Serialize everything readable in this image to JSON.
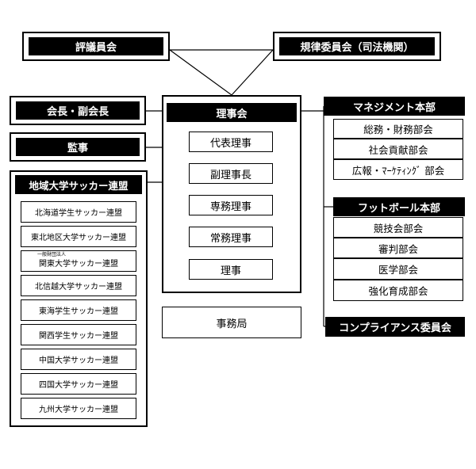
{
  "top": {
    "council": "評議員会",
    "discipline": "規律委員会（司法機関）"
  },
  "left": {
    "president": "会長・副会長",
    "auditor": "監事",
    "regional": {
      "title": "地域大学サッカー連盟",
      "items": [
        "北海道学生サッカー連盟",
        "東北地区大学サッカー連盟",
        "関東大学サッカー連盟",
        "北信越大学サッカー連盟",
        "東海学生サッカー連盟",
        "関西学生サッカー連盟",
        "中国大学サッカー連盟",
        "四国大学サッカー連盟",
        "九州大学サッカー連盟"
      ],
      "kanto_prefix": "一般財団法人"
    }
  },
  "center": {
    "board": "理事会",
    "roles": [
      "代表理事",
      "副理事長",
      "専務理事",
      "常務理事",
      "理事"
    ],
    "secretariat": "事務局"
  },
  "right": {
    "management": {
      "title": "マネジメント本部",
      "items": [
        "総務・財務部会",
        "社会貢献部会",
        "広報・ﾏｰｹﾃｨﾝｸﾞ 部会"
      ]
    },
    "football": {
      "title": "フットボール本部",
      "items": [
        "競技会部会",
        "審判部会",
        "医学部会",
        "強化育成部会"
      ]
    },
    "compliance": "コンプライアンス委員会"
  }
}
